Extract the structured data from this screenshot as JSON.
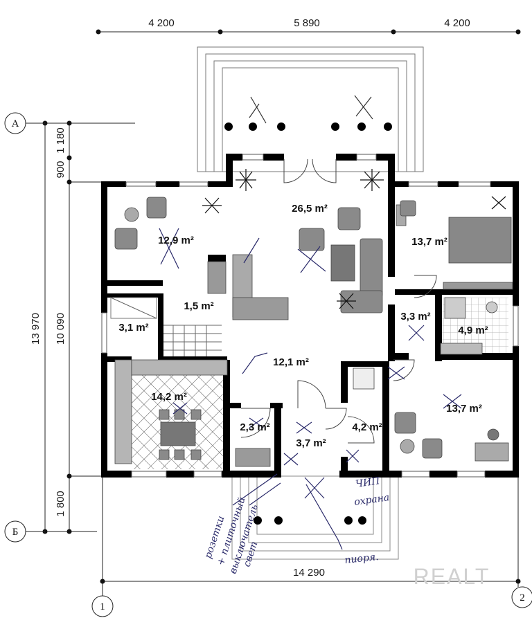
{
  "dimensions": {
    "top": [
      "4 200",
      "5 890",
      "4 200"
    ],
    "bottom": "14 290",
    "left_total": "13 970",
    "left_inner": "10 090",
    "left_top_a": "900",
    "left_top_b": "1 180",
    "left_bottom": "1 800"
  },
  "axes": {
    "a": "А",
    "b": "Б",
    "one": "1",
    "two": "2"
  },
  "rooms": {
    "living": "26,5 m²",
    "left_room": "12,9 m²",
    "bedroom_top_right": "13,7 m²",
    "bedroom_bottom_right": "13,7 m²",
    "small_stair": "1,5 m²",
    "small_left": "3,1 m²",
    "hall_right": "3,3 m²",
    "bath": "4,9 m²",
    "corridor": "12,1 m²",
    "kitchen": "14,2 m²",
    "wc": "2,3 m²",
    "entry": "3,7 m²",
    "closet": "4,2 m²"
  },
  "notes": {
    "left_1": "розетки",
    "left_2": "+ плиточный",
    "left_3": "выключатель",
    "left_4": "свет",
    "right_1": "ЧИП",
    "right_2": "охрана",
    "bottom": "пиоря."
  },
  "watermark": "REALT"
}
